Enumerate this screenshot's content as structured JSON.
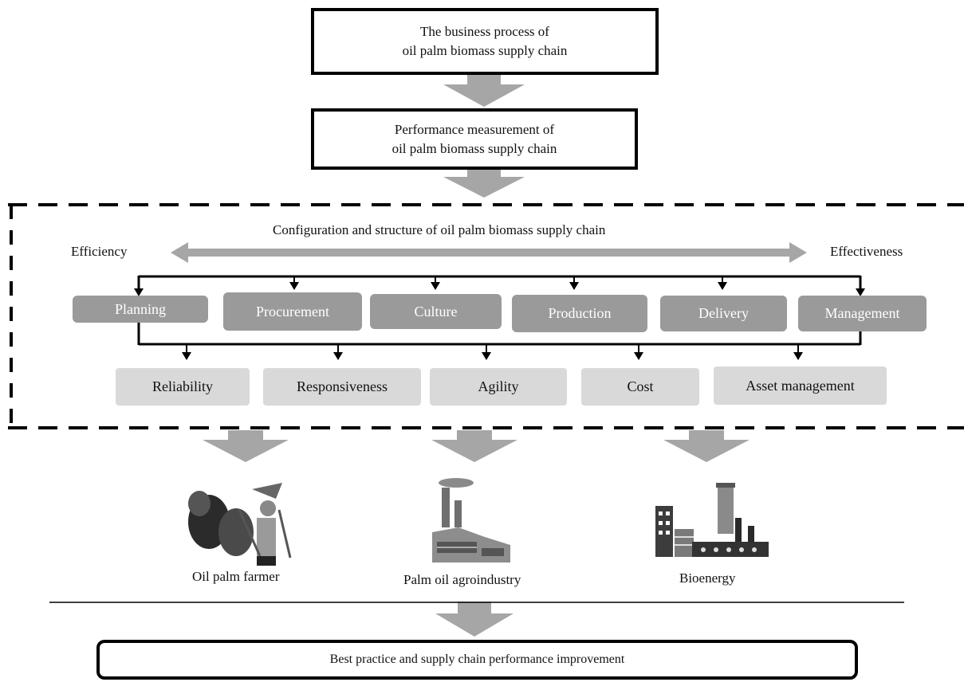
{
  "top_box": {
    "line1": "The business process of",
    "line2": "oil palm biomass supply chain"
  },
  "measure_box": {
    "line1": "Performance measurement of",
    "line2": "oil palm biomass supply chain"
  },
  "framework": {
    "title": "Configuration and structure of oil palm biomass supply chain",
    "left_label": "Efficiency",
    "right_label": "Effectiveness",
    "processes": [
      "Planning",
      "Procurement",
      "Culture",
      "Production",
      "Delivery",
      "Management"
    ],
    "attributes": [
      "Reliability",
      "Responsiveness",
      "Agility",
      "Cost",
      "Asset management"
    ]
  },
  "stakeholders": [
    {
      "label": "Oil palm farmer",
      "icon": "farmer-icon"
    },
    {
      "label": "Palm oil agroindustry",
      "icon": "factory-icon"
    },
    {
      "label": "Bioenergy",
      "icon": "power-plant-icon"
    }
  ],
  "bottom_box": {
    "text": "Best practice and supply chain performance improvement"
  },
  "colors": {
    "arrow_gray": "#a6a6a6",
    "process_gray": "#9a9a9a",
    "attribute_gray": "#d9d9d9"
  }
}
